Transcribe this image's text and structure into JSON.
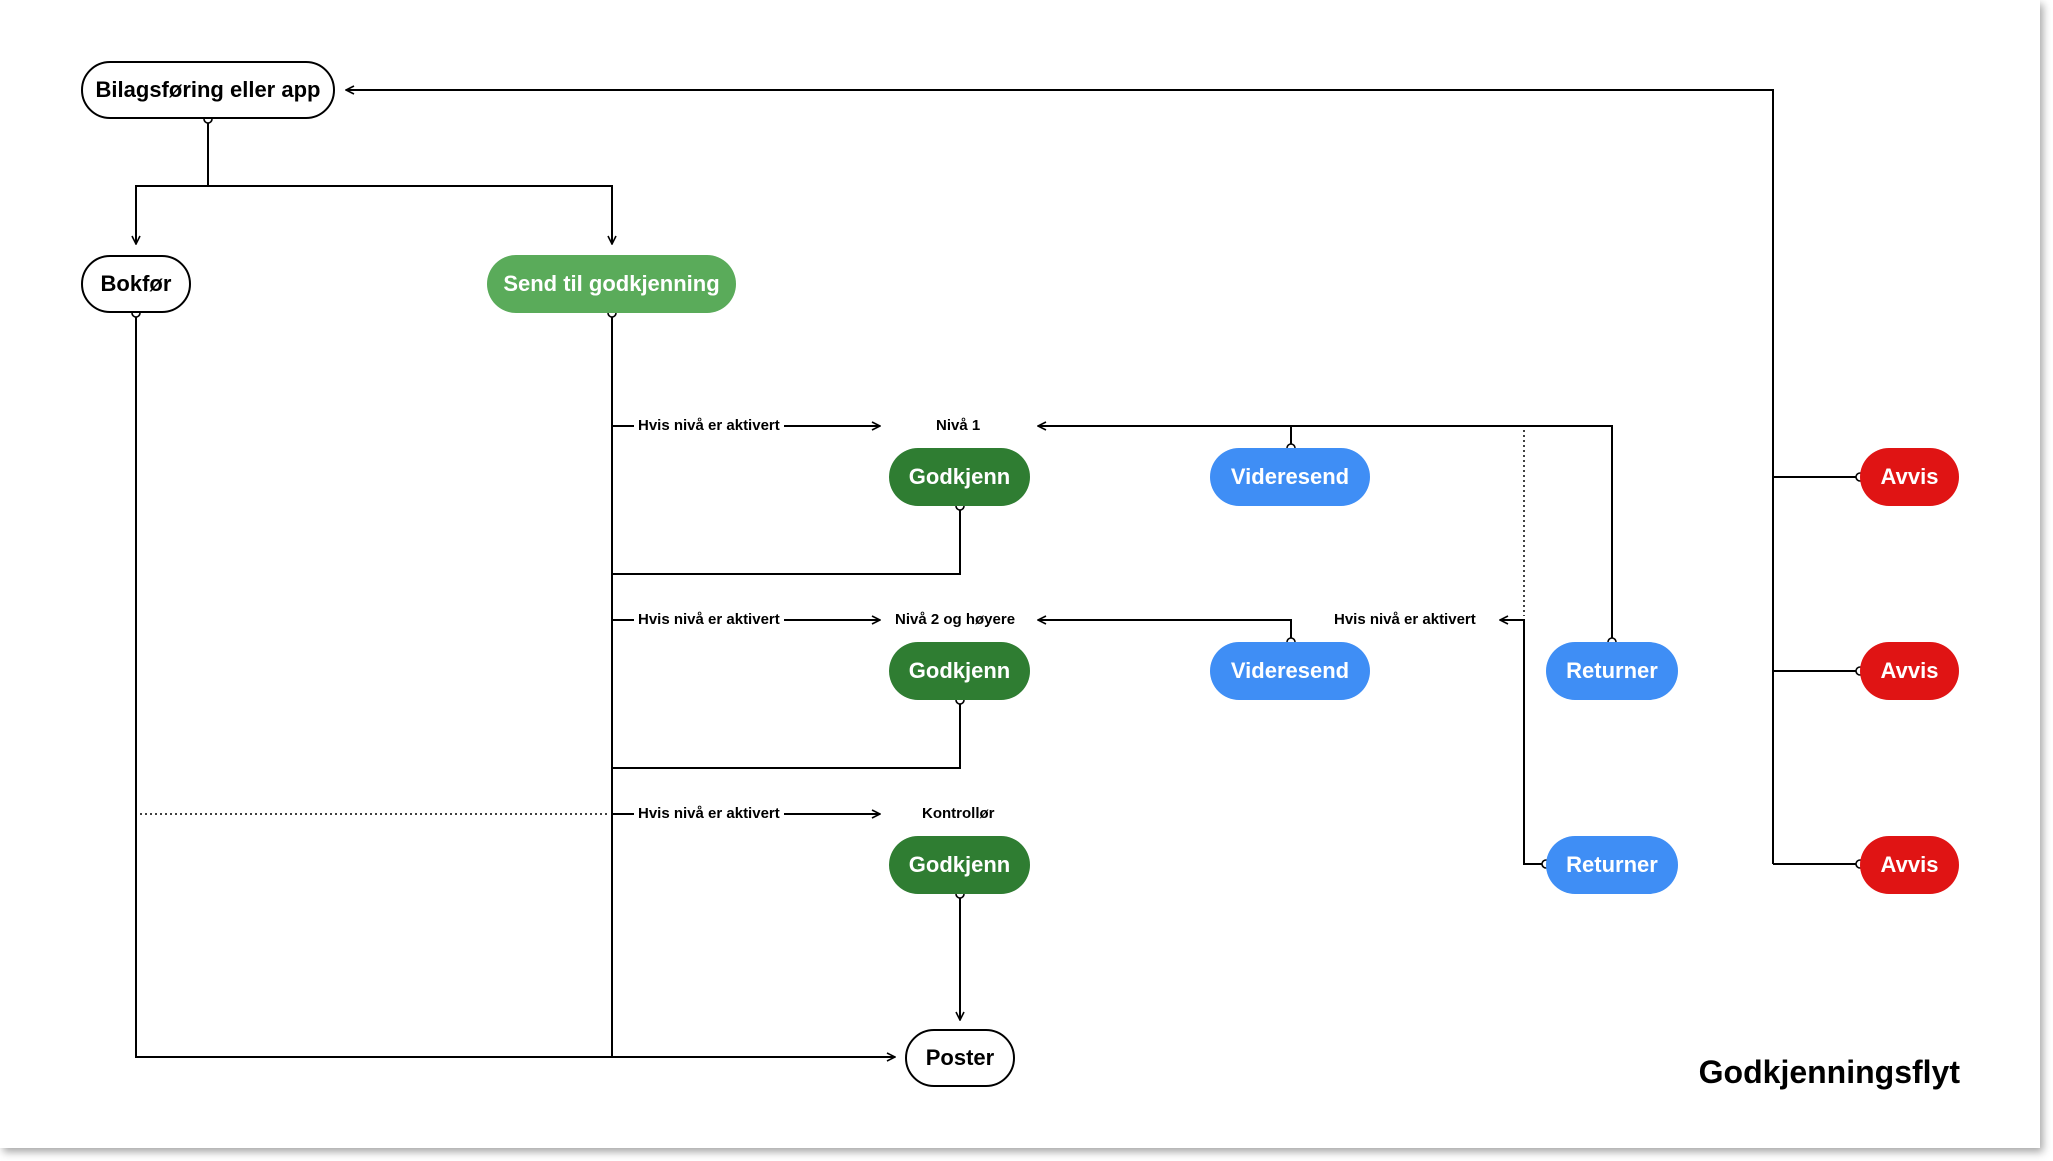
{
  "title": "Godkjenningsflyt",
  "nodes": {
    "bilag": "Bilagsføring eller app",
    "bokfor": "Bokfør",
    "send": "Send til godkjenning",
    "godkjenn1": "Godkjenn",
    "godkjenn2": "Godkjenn",
    "godkjenn3": "Godkjenn",
    "videresend1": "Videresend",
    "videresend2": "Videresend",
    "returner1": "Returner",
    "returner2": "Returner",
    "avvis1": "Avvis",
    "avvis2": "Avvis",
    "avvis3": "Avvis",
    "poster": "Poster"
  },
  "labels": {
    "cond1": "Hvis nivå er aktivert",
    "cond2": "Hvis nivå er aktivert",
    "cond3": "Hvis nivå er aktivert",
    "cond4": "Hvis nivå er aktivert",
    "level1": "Nivå 1",
    "level2": "Nivå 2 og høyere",
    "controller": "Kontrollør"
  },
  "colors": {
    "send": "#5aab5a",
    "approve": "#2f7d32",
    "forward": "#3f8ef5",
    "reject": "#e01414"
  }
}
